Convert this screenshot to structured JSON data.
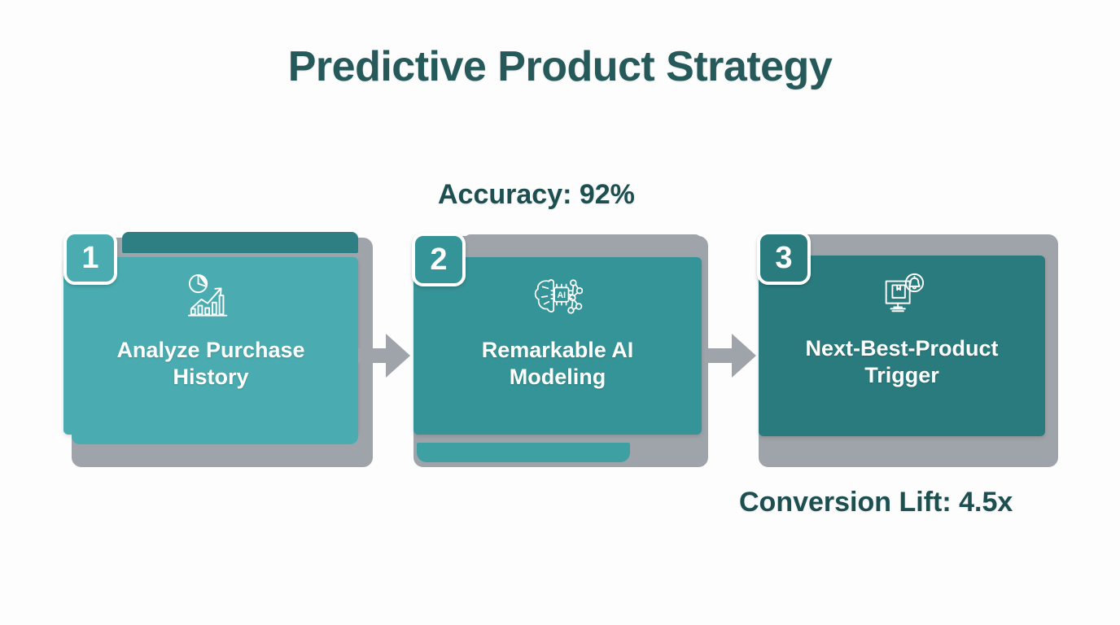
{
  "slide": {
    "title": "Predictive Product Strategy",
    "background_color": "#fdfdfd",
    "title_color": "#265a5a"
  },
  "annotations": [
    {
      "id": "accuracy",
      "text": "Accuracy: 92%",
      "metric": "Accuracy",
      "value": "92%",
      "color": "#1d4f51",
      "position": "above-step-2"
    },
    {
      "id": "conversion_lift",
      "text": "Conversion Lift: 4.5x",
      "metric": "Conversion Lift",
      "value": "4.5x",
      "color": "#1d4f51",
      "position": "below-step-3"
    }
  ],
  "flow": {
    "arrow_color": "#9ea4a9",
    "shadow_color": "#9ea4a9",
    "steps": [
      {
        "number": "1",
        "label_line1": "Analyze Purchase",
        "label_line2": "History",
        "icon": "chart-analytics-icon",
        "fill_color": "#4aacb0",
        "top_strip_color": "#2d7f83",
        "bottom_strip_color": "#4aacb0",
        "badge_color": "#4aacb0"
      },
      {
        "number": "2",
        "label_line1": "Remarkable AI",
        "label_line2": "Modeling",
        "icon": "ai-brain-chip-icon",
        "fill_color": "#359497",
        "top_strip_color": "#9ea4a9",
        "bottom_strip_color": "#3ea0a2",
        "badge_color": "#359497"
      },
      {
        "number": "3",
        "label_line1": "Next-Best-Product",
        "label_line2": "Trigger",
        "icon": "product-alert-monitor-icon",
        "fill_color": "#2a7b7e",
        "top_strip_color": "#9ea4a9",
        "bottom_strip_color": "#9ea4a9",
        "badge_color": "#2a7b7e"
      }
    ]
  }
}
